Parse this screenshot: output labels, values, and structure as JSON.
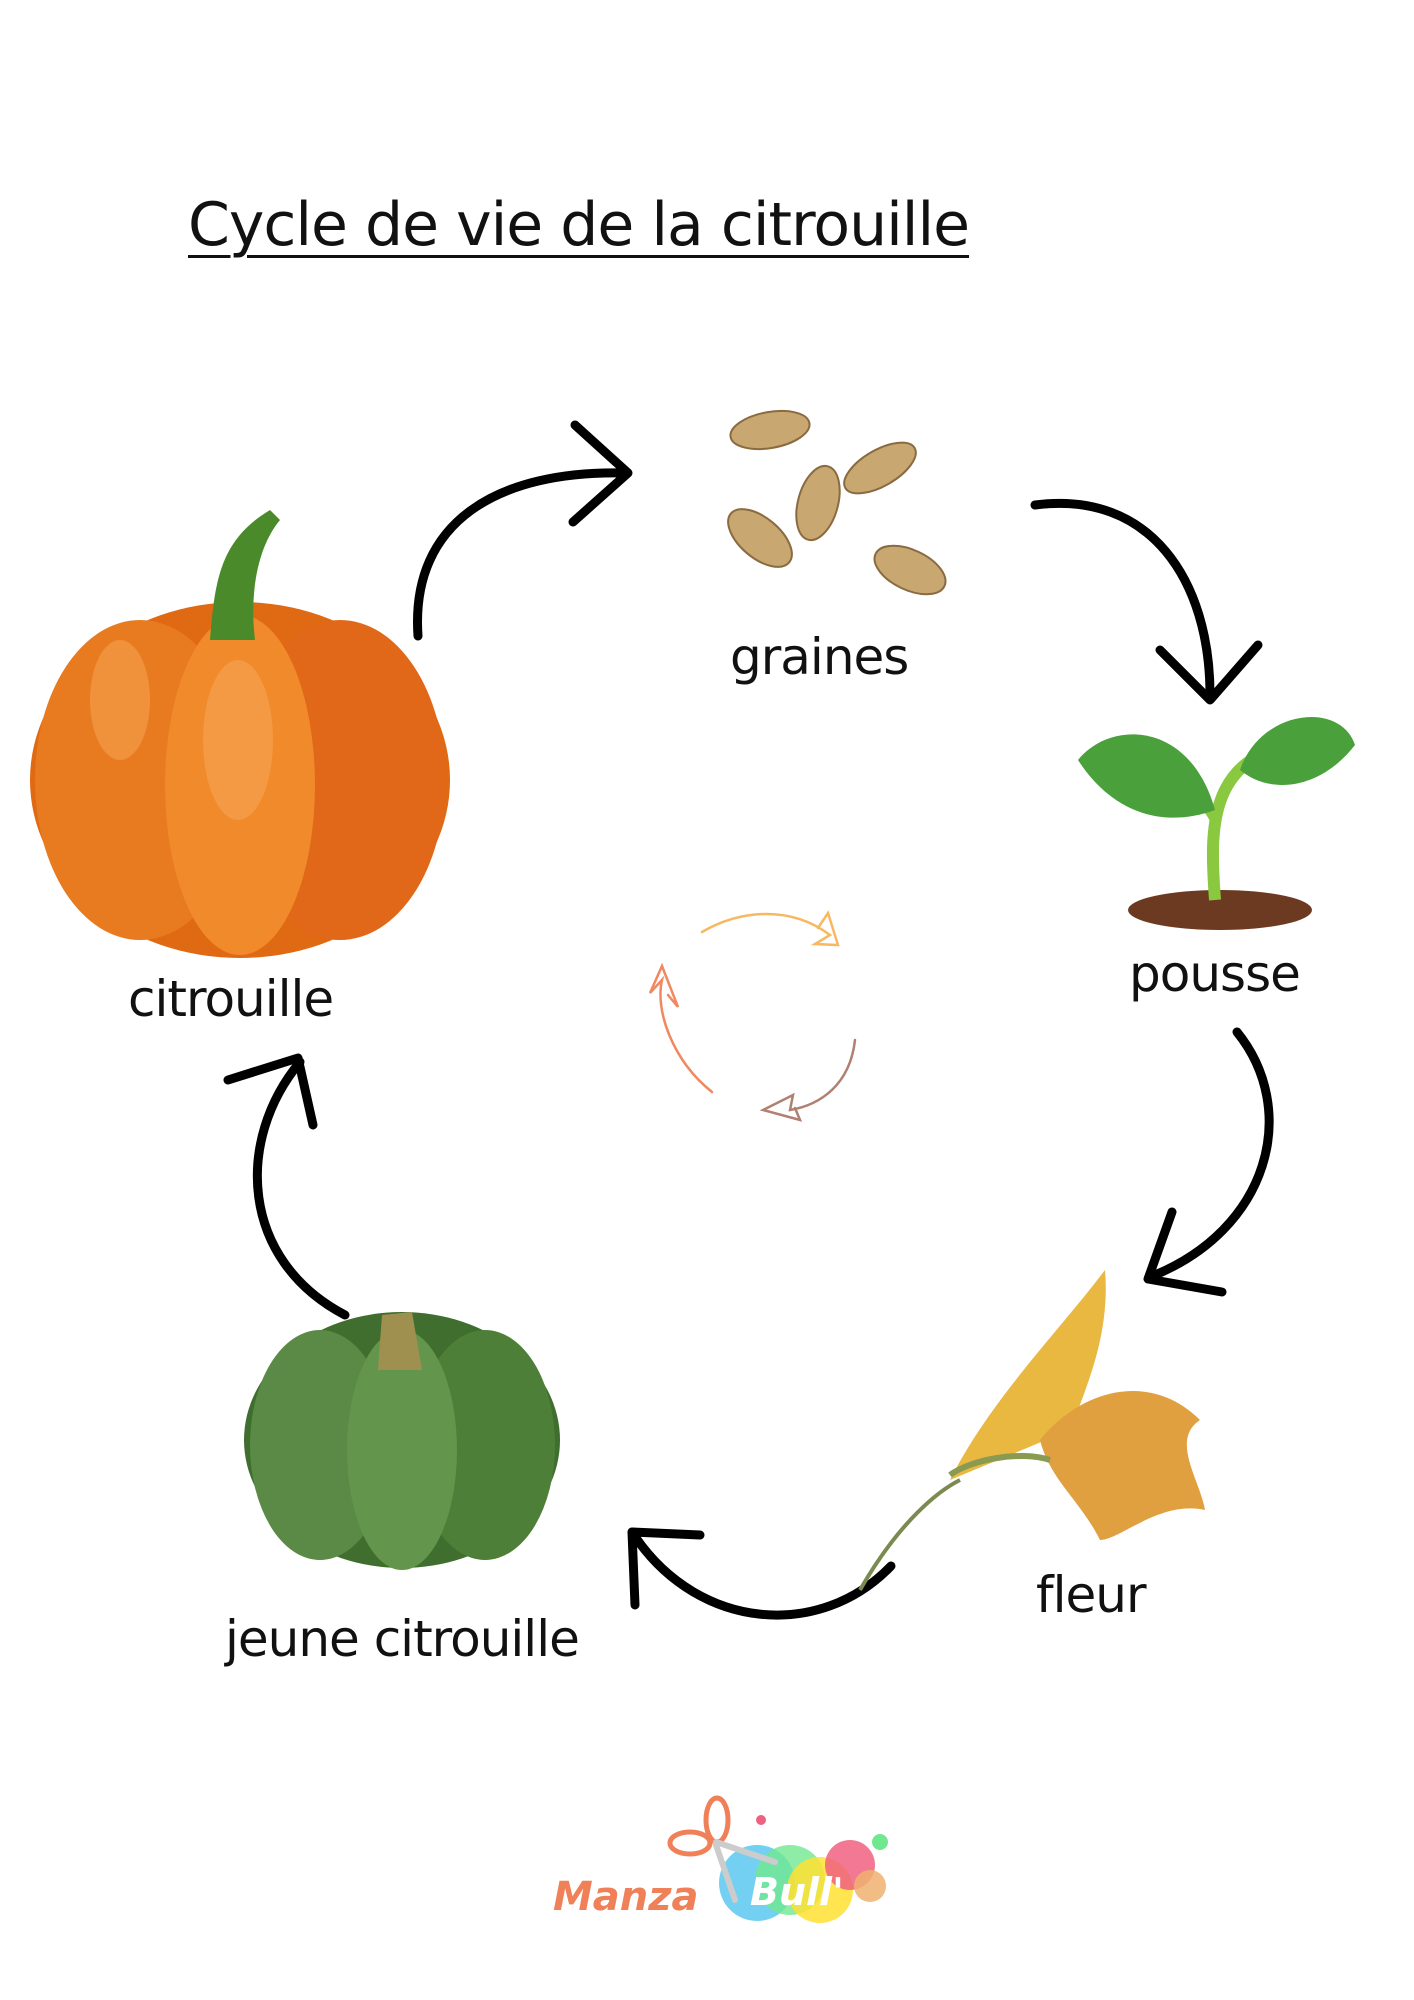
{
  "title": "Cycle de vie de la citrouille",
  "stages": {
    "seeds": "graines",
    "sprout": "pousse",
    "flower": "fleur",
    "young_pumpkin": "jeune citrouille",
    "pumpkin": "citrouille"
  },
  "logo": {
    "text": "ManzaBull'",
    "colors": {
      "manza": "#f08058",
      "blue": "#5bc8f0",
      "green": "#70e890",
      "yellow": "#ffe030",
      "pink": "#f06080",
      "peach": "#f0b070"
    }
  },
  "colors": {
    "arrow": "#000000",
    "pumpkin": "#e8701a",
    "young_pumpkin": "#4e7f38",
    "leaf": "#4aa03a",
    "soil": "#6b3a20",
    "seed": "#c8a870",
    "flower": "#e8b040"
  }
}
